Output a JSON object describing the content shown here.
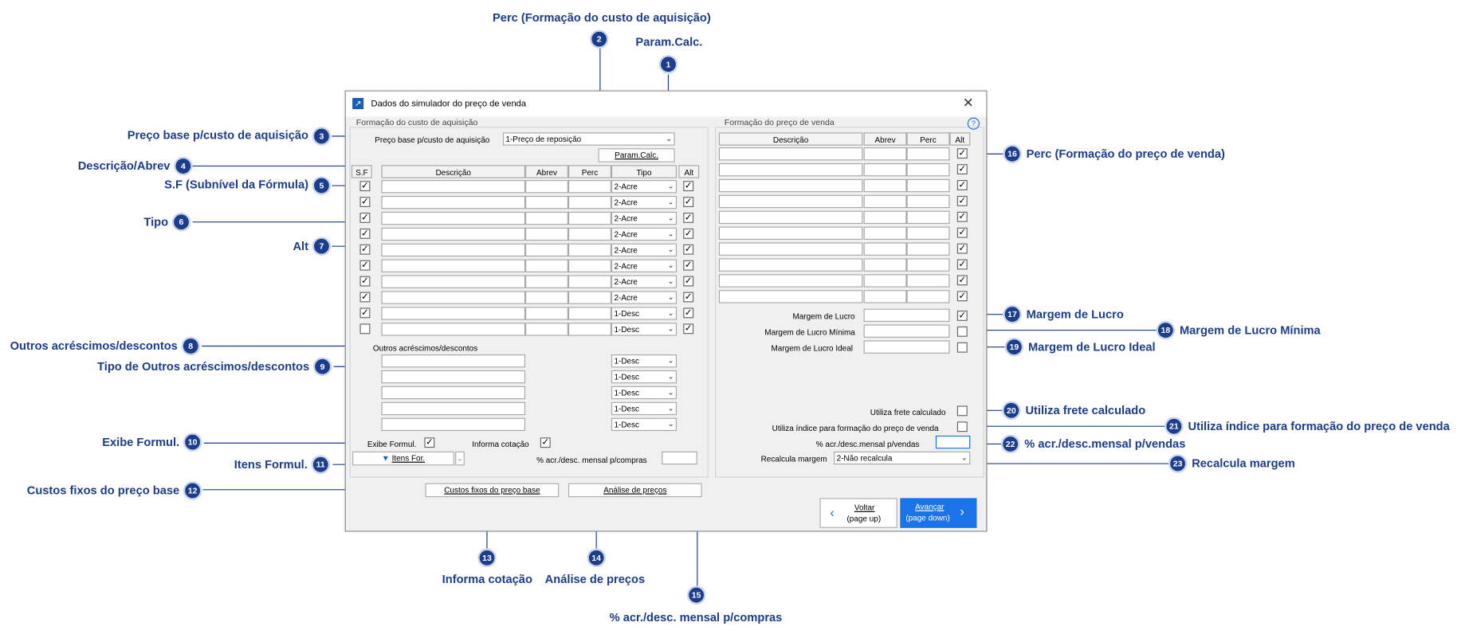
{
  "dialog": {
    "title": "Dados do simulador do preço de venda",
    "left_group_title": "Formação do custo de aquisição",
    "right_group_title": "Formação do preço de venda",
    "preco_base_label": "Preço base p/custo de aquisição",
    "preco_base_value": "1-Preço de reposição",
    "param_calc_button": "Param.Calc.",
    "left_headers": [
      "S.F",
      "Descrição",
      "Abrev",
      "Perc",
      "Tipo",
      "Alt"
    ],
    "left_rows": [
      {
        "sf": true,
        "tipo": "2-Acre",
        "alt": true
      },
      {
        "sf": true,
        "tipo": "2-Acre",
        "alt": true
      },
      {
        "sf": true,
        "tipo": "2-Acre",
        "alt": true
      },
      {
        "sf": true,
        "tipo": "2-Acre",
        "alt": true
      },
      {
        "sf": true,
        "tipo": "2-Acre",
        "alt": true
      },
      {
        "sf": true,
        "tipo": "2-Acre",
        "alt": true
      },
      {
        "sf": true,
        "tipo": "2-Acre",
        "alt": true
      },
      {
        "sf": true,
        "tipo": "2-Acre",
        "alt": true
      },
      {
        "sf": true,
        "tipo": "1-Desc",
        "alt": true
      },
      {
        "sf": false,
        "tipo": "1-Desc",
        "alt": true
      }
    ],
    "outros_label": "Outros acréscimos/descontos",
    "outros_rows": [
      "1-Desc",
      "1-Desc",
      "1-Desc",
      "1-Desc",
      "1-Desc"
    ],
    "exibe_formul_label": "Exibe Formul.",
    "informa_cotacao_label": "Informa cotação",
    "itens_for_button": "Itens For.",
    "acr_compras_label": "% acr./desc. mensal p/compras",
    "custos_fixos_button": "Custos fixos do preço base",
    "analise_button": "Análise de preços",
    "right_headers": [
      "Descrição",
      "Abrev",
      "Perc",
      "Alt"
    ],
    "right_rows": 10,
    "margem_lucro_label": "Margem de Lucro",
    "margem_minima_label": "Margem de Lucro Mínima",
    "margem_ideal_label": "Margem de Lucro Ideal",
    "frete_label": "Utiliza frete calculado",
    "indice_label": "Utiliza índice para formação do preço de venda",
    "acr_vendas_label": "% acr./desc.mensal p/vendas",
    "recalcula_label": "Recalcula margem",
    "recalcula_value": "2-Não recalcula",
    "voltar_button": "Voltar",
    "voltar_sub": "(page up)",
    "avancar_button": "Avançar",
    "avancar_sub": "(page down)",
    "help_icon": "?",
    "colors": {
      "accent": "#1c3d8c",
      "primary_button": "#1a73e8"
    }
  },
  "callouts": [
    {
      "n": "1",
      "label": "Param.Calc."
    },
    {
      "n": "2",
      "label": "Perc (Formação do custo de aquisição)"
    },
    {
      "n": "3",
      "label": "Preço base p/custo de aquisição"
    },
    {
      "n": "4",
      "label": "Descrição/Abrev"
    },
    {
      "n": "5",
      "label": "S.F (Subnível da Fórmula)"
    },
    {
      "n": "6",
      "label": "Tipo"
    },
    {
      "n": "7",
      "label": "Alt"
    },
    {
      "n": "8",
      "label": "Outros acréscimos/descontos"
    },
    {
      "n": "9",
      "label": "Tipo de Outros acréscimos/descontos"
    },
    {
      "n": "10",
      "label": "Exibe Formul."
    },
    {
      "n": "11",
      "label": "Itens Formul."
    },
    {
      "n": "12",
      "label": "Custos fixos do preço base"
    },
    {
      "n": "13",
      "label": "Informa cotação"
    },
    {
      "n": "14",
      "label": "Análise de preços"
    },
    {
      "n": "15",
      "label": "% acr./desc. mensal p/compras"
    },
    {
      "n": "16",
      "label": "Perc (Formação do preço de venda)"
    },
    {
      "n": "17",
      "label": "Margem de Lucro"
    },
    {
      "n": "18",
      "label": "Margem de Lucro Mínima"
    },
    {
      "n": "19",
      "label": "Margem de Lucro Ideal"
    },
    {
      "n": "20",
      "label": "Utiliza frete calculado"
    },
    {
      "n": "21",
      "label": "Utiliza índice para formação do preço de venda"
    },
    {
      "n": "22",
      "label": "% acr./desc.mensal p/vendas"
    },
    {
      "n": "23",
      "label": "Recalcula margem"
    }
  ]
}
